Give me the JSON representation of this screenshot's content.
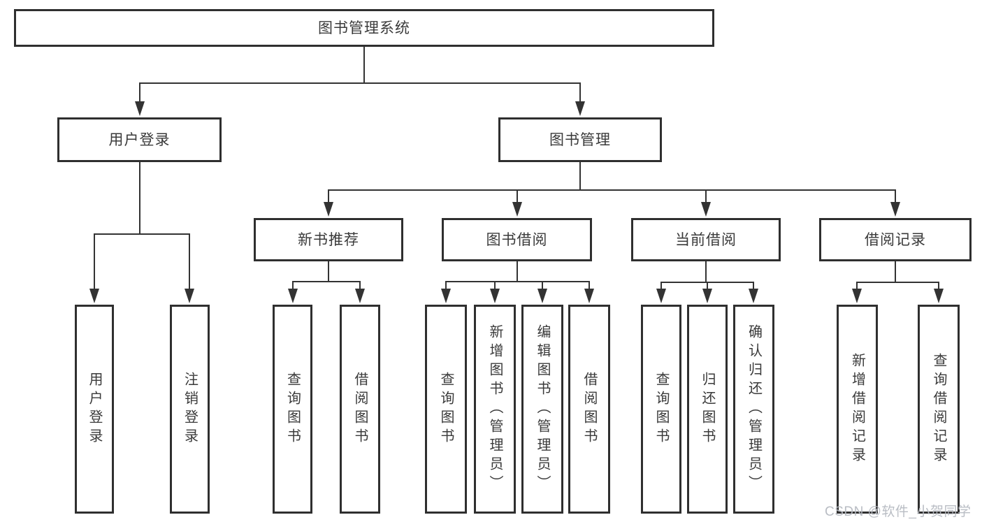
{
  "tree": {
    "label": "图书管理系统",
    "children": [
      {
        "label": "用户登录",
        "children": [
          {
            "label": "用户登录"
          },
          {
            "label": "注销登录"
          }
        ]
      },
      {
        "label": "图书管理",
        "children": [
          {
            "label": "新书推荐",
            "children": [
              {
                "label": "查询图书"
              },
              {
                "label": "借阅图书"
              }
            ]
          },
          {
            "label": "图书借阅",
            "children": [
              {
                "label": "查询图书"
              },
              {
                "label": "新增图书（管理员）"
              },
              {
                "label": "编辑图书（管理员）"
              },
              {
                "label": "借阅图书"
              }
            ]
          },
          {
            "label": "当前借阅",
            "children": [
              {
                "label": "查询图书"
              },
              {
                "label": "归还图书"
              },
              {
                "label": "确认归还（管理员）"
              }
            ]
          },
          {
            "label": "借阅记录",
            "children": [
              {
                "label": "新增借阅记录"
              },
              {
                "label": "查询借阅记录"
              }
            ]
          }
        ]
      }
    ]
  },
  "watermark": {
    "text": "CSDN @软件_小贺同学"
  },
  "colors": {
    "line": "#333333",
    "box_border": "#2f2f2f",
    "text": "#3a3a3a",
    "watermark": "#b6bac1",
    "background": "#ffffff"
  }
}
